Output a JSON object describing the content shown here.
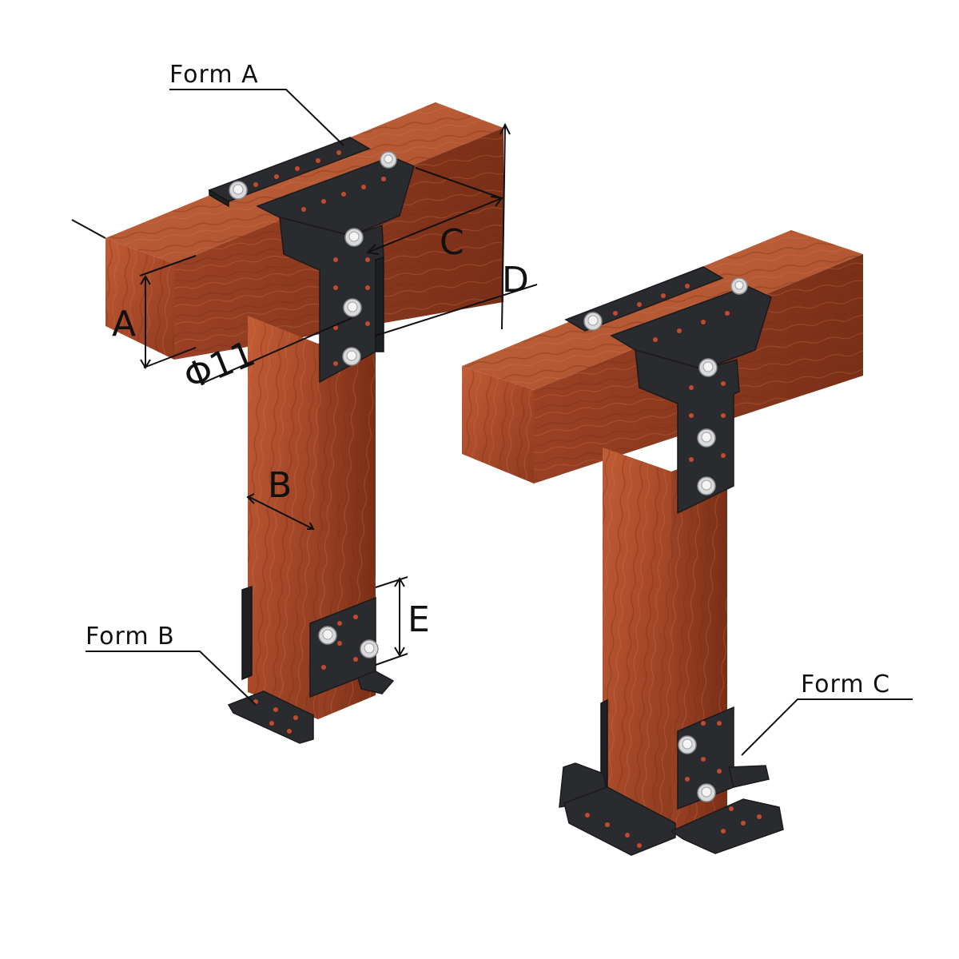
{
  "callouts": {
    "form_a": "Form A",
    "form_b": "Form B",
    "form_c": "Form C"
  },
  "dimensions": {
    "a": "A",
    "b": "B",
    "c": "C",
    "d": "D",
    "e": "E",
    "hole_diameter": "Φ11"
  },
  "colors": {
    "wood_light": "#b8552f",
    "wood_mid": "#9e4426",
    "wood_dark": "#7f3219",
    "steel": "#2a2b2e"
  }
}
